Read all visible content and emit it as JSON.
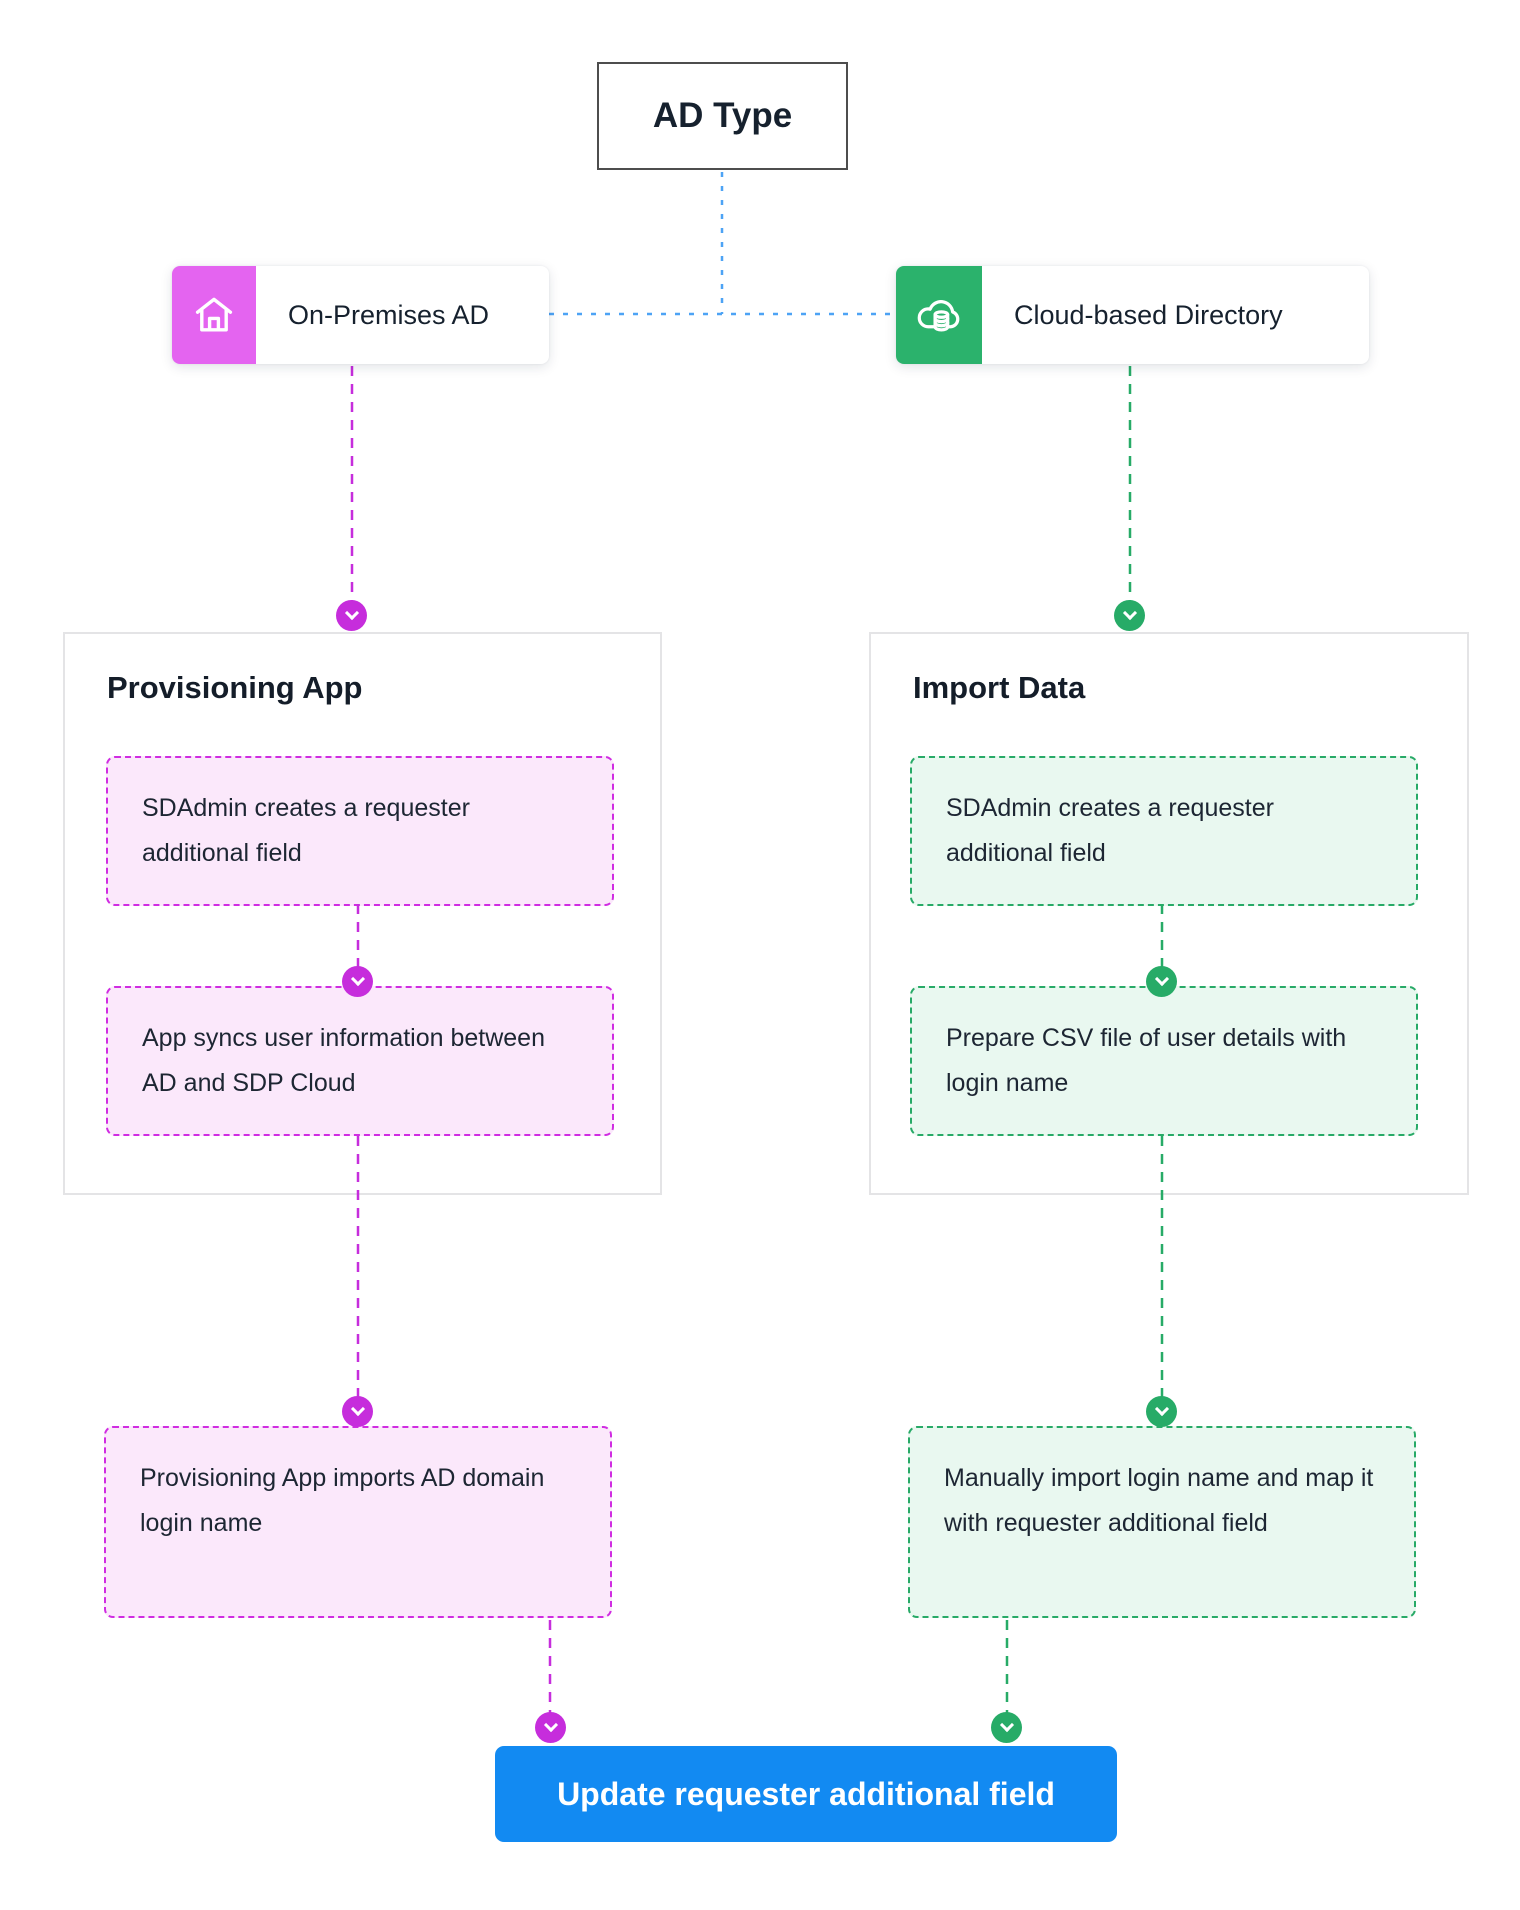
{
  "theme": {
    "magenta": "#c62ddc",
    "magenta_icon_bg": "#e464f0",
    "magenta_box_bg": "#fbe8fb",
    "magenta_box_border": "#d02ce2",
    "green": "#27ab67",
    "green_icon_bg": "#2bb26c",
    "green_box_bg": "#e9f8f0",
    "green_box_border": "#28aa67",
    "blue_line": "#4da3f5",
    "button_bg": "#128af2",
    "text": "#1d2633",
    "container_border": "#e4e4e6",
    "root_box_border": "#4d4d4d"
  },
  "root": {
    "label": "AD Type"
  },
  "left_branch": {
    "node_label": "On-Premises AD",
    "node_icon": "home-icon",
    "group_title": "Provisioning App",
    "steps": [
      "SDAdmin creates a requester additional field",
      "App syncs user information between AD and SDP Cloud"
    ],
    "outcome": "Provisioning App imports AD domain login name"
  },
  "right_branch": {
    "node_label": "Cloud-based Directory",
    "node_icon": "cloud-database-icon",
    "group_title": "Import Data",
    "steps": [
      "SDAdmin creates a requester additional field",
      "Prepare CSV file of user details with login name"
    ],
    "outcome": "Manually import login name and map it with requester additional field"
  },
  "action_button": {
    "label": "Update requester additional field"
  }
}
